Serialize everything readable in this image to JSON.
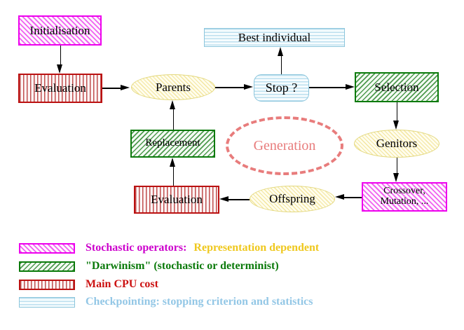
{
  "nodes": {
    "initialisation": "Initialisation",
    "evaluation_top": "Evaluation",
    "parents": "Parents",
    "best_individual": "Best individual",
    "stop": "Stop ?",
    "selection": "Selection",
    "replacement": "Replacement",
    "generation": "Generation",
    "genitors": "Genitors",
    "crossover_line1": "Crossover,",
    "crossover_line2": "Mutation, ...",
    "offspring": "Offspring",
    "evaluation_bottom": "Evaluation"
  },
  "legend": {
    "stochastic_label": "Stochastic operators:",
    "stochastic_note": "Representation dependent",
    "darwinism_label": "\"Darwinism\" (stochastic or determinist)",
    "cpu_label": "Main CPU cost",
    "checkpointing_label": "Checkpointing: stopping criterion and statistics"
  },
  "colors": {
    "magenta": "#EE00EE",
    "magenta_text": "#CC00CC",
    "green": "#0B7A0B",
    "red": "#BB1111",
    "cyan_border": "#8CC6DC",
    "yellow_border": "#E3D87E",
    "salmon": "#E87C7C",
    "gold_text": "#EFC81E",
    "light_blue_text": "#93C7E6",
    "arrow": "#000000"
  }
}
